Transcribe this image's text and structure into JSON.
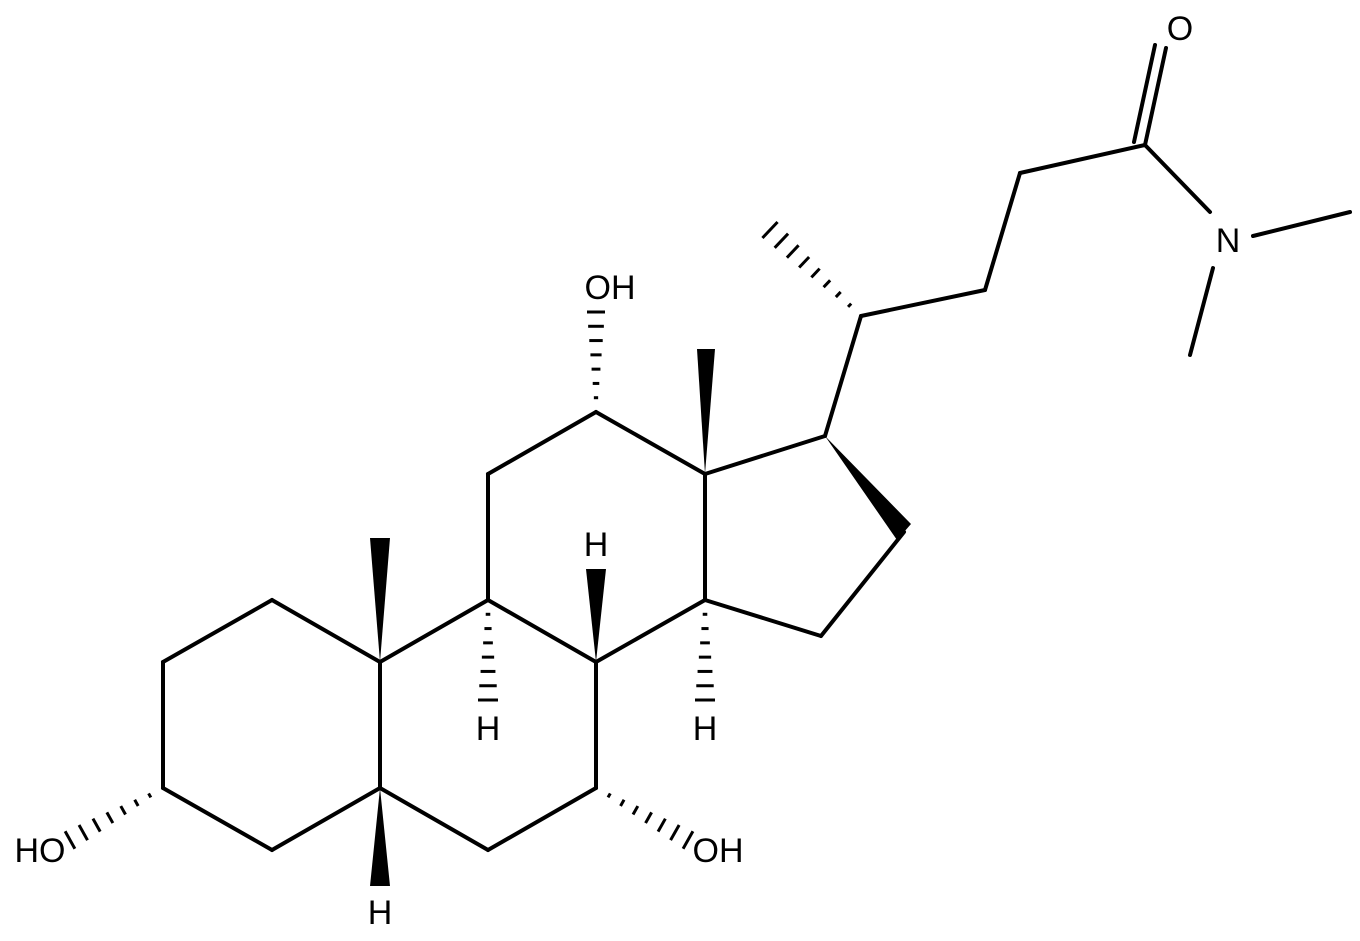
{
  "structure": {
    "atom_labels": {
      "hydroxyl_c12": "OH",
      "hydroxyl_c3": "HO",
      "hydroxyl_c7": "OH",
      "hydrogen_c9": "H",
      "hydrogen_c8": "H",
      "hydrogen_c14": "H",
      "hydrogen_c5": "H",
      "carbonyl_oxygen": "O",
      "amide_nitrogen": "N"
    }
  },
  "colors": {
    "bond": "#000000",
    "background": "#ffffff"
  }
}
